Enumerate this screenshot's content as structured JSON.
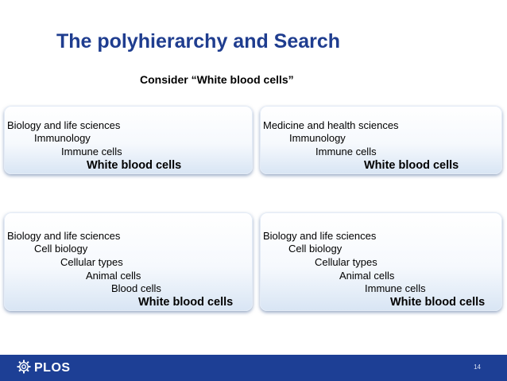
{
  "slide": {
    "title": "The polyhierarchy and Search",
    "subtitle": "Consider “White blood cells”",
    "page_number": "14"
  },
  "boxes": [
    {
      "lines": [
        "Biology and life sciences",
        "Immunology",
        "Immune cells"
      ],
      "leaf": "White blood cells"
    },
    {
      "lines": [
        "Medicine and health sciences",
        "Immunology",
        "Immune cells"
      ],
      "leaf": "White blood cells"
    },
    {
      "lines": [
        "Biology and life sciences",
        "Cell biology",
        "Cellular types",
        "Animal cells",
        "Blood cells"
      ],
      "leaf": "White blood cells"
    },
    {
      "lines": [
        "Biology and life sciences",
        "Cell biology",
        "Cellular types",
        "Animal cells",
        "Immune cells"
      ],
      "leaf": "White blood cells"
    }
  ],
  "footer": {
    "logo_text": "PLOS",
    "logo_icon": "plos-gear-icon",
    "background_color": "#1d3f95"
  }
}
